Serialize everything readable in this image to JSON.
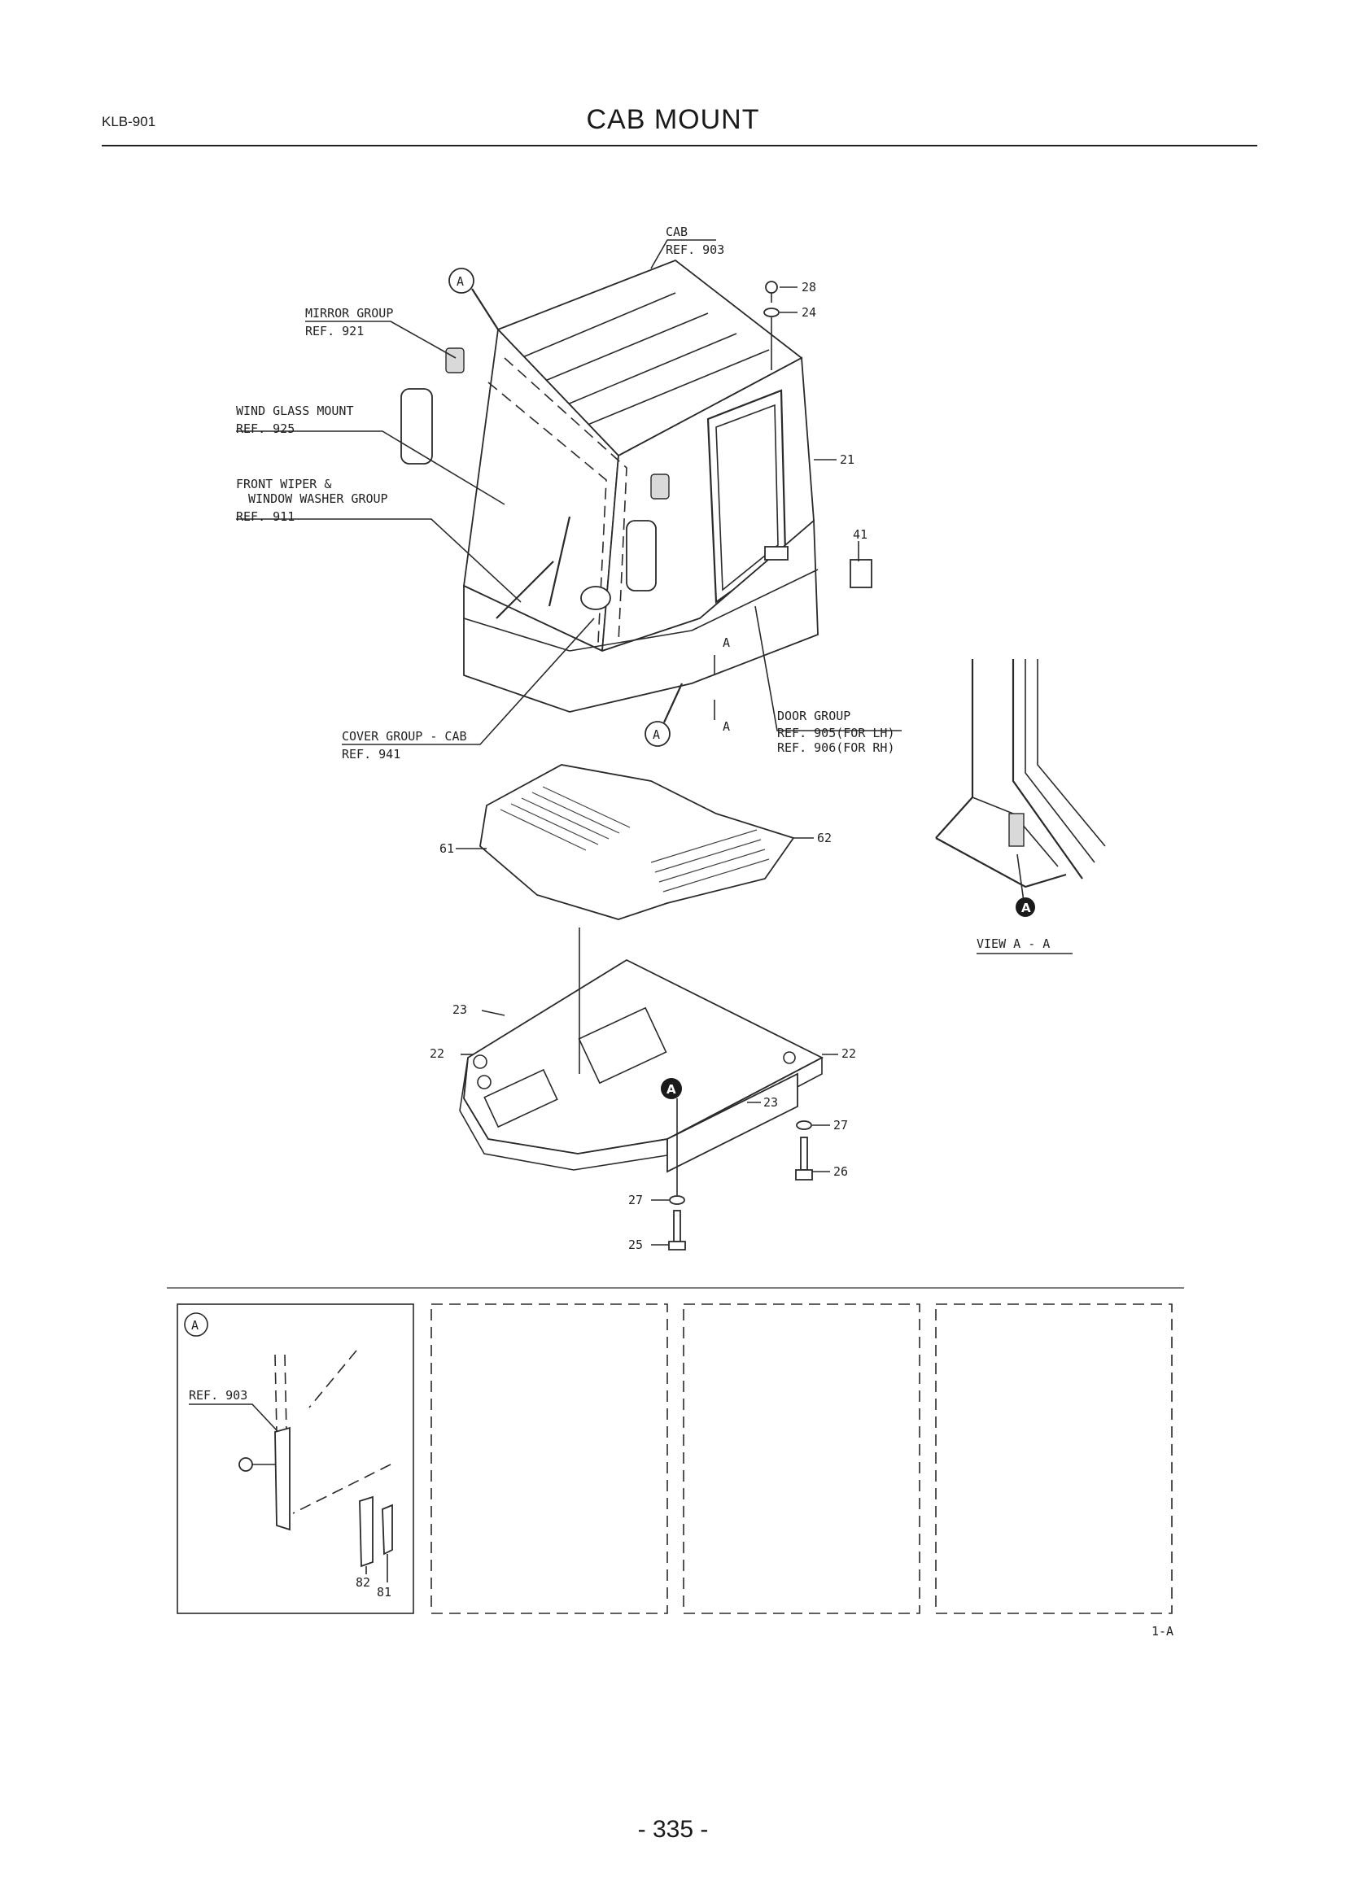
{
  "header": {
    "code": "KLB-901",
    "title": "CAB MOUNT"
  },
  "callouts": {
    "cab_name": "CAB",
    "cab_ref": "REF. 903",
    "mirror_name": "MIRROR GROUP",
    "mirror_ref": "REF. 921",
    "wind_name": "WIND GLASS MOUNT",
    "wind_ref": "REF. 925",
    "wiper_name1": "FRONT WIPER &",
    "wiper_name2": "WINDOW WASHER GROUP",
    "wiper_ref": "REF. 911",
    "cover_name": "COVER GROUP - CAB",
    "cover_ref": "REF. 941",
    "door_name": "DOOR GROUP",
    "door_ref1": "REF. 905(FOR LH)",
    "door_ref2": "REF. 906(FOR RH)",
    "view_aa": "VIEW A - A",
    "section_a": "A"
  },
  "parts": {
    "p28": "28",
    "p24": "24",
    "p21": "21",
    "p41": "41",
    "p61": "61",
    "p62": "62",
    "p23a": "23",
    "p22a": "22",
    "p22b": "22",
    "p23b": "23",
    "p27a": "27",
    "p26": "26",
    "p27b": "27",
    "p25": "25"
  },
  "detail": {
    "marker": "A",
    "ref": "REF. 903",
    "p82": "82",
    "p81": "81"
  },
  "figure_ref": "1-A",
  "page_number": "- 335 -"
}
